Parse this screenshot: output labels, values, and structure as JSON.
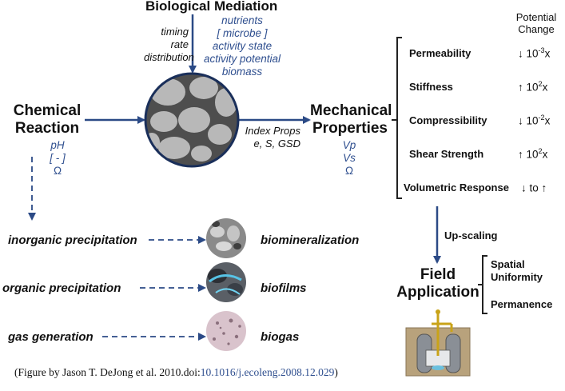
{
  "bio": {
    "title": "Biological Mediation",
    "left_factors": [
      "timing",
      "rate",
      "distribution"
    ],
    "right_factors": [
      "nutrients",
      "[ microbe ]",
      "activity state",
      "activity potential",
      "biomass"
    ]
  },
  "chem": {
    "title_line1": "Chemical",
    "title_line2": "Reaction",
    "factors": [
      "pH",
      "[ - ]",
      "Ω"
    ]
  },
  "index": {
    "line1": "Index Props",
    "line2": "e, S, GSD"
  },
  "mech": {
    "title_line1": "Mechanical",
    "title_line2": "Properties",
    "factors": [
      "Vp",
      "Vs",
      "Ω"
    ]
  },
  "potential": {
    "line1": "Potential",
    "line2": "Change"
  },
  "properties": [
    {
      "name": "Permeability",
      "arrow": "↓",
      "base": "10",
      "exp": "-3",
      "suffix": "x"
    },
    {
      "name": "Stiffness",
      "arrow": "↑",
      "base": "10",
      "exp": "2",
      "suffix": "x"
    },
    {
      "name": "Compressibility",
      "arrow": "↓",
      "base": "10",
      "exp": "-2",
      "suffix": "x"
    },
    {
      "name": "Shear Strength",
      "arrow": "↑",
      "base": "10",
      "exp": "2",
      "suffix": "x"
    },
    {
      "name": "Volumetric Response",
      "arrow": "↓",
      "base": "to",
      "exp": "",
      "suffix": "↑"
    }
  ],
  "upscaling": "Up-scaling",
  "field": {
    "title_line1": "Field",
    "title_line2": "Application",
    "items": [
      "Spatial",
      "Uniformity",
      "Permanence"
    ]
  },
  "processes": [
    {
      "left": "inorganic precipitation",
      "right": "biomineralization"
    },
    {
      "left": "organic precipitation",
      "right": "biofilms"
    },
    {
      "left": "gas generation",
      "right": "biogas"
    }
  ],
  "caption": {
    "prefix": "(Figure by Jason T. DeJong et al. 2010.doi:",
    "doi": "10.1016/j.ecoleng.2008.12.029",
    "suffix": ")"
  }
}
